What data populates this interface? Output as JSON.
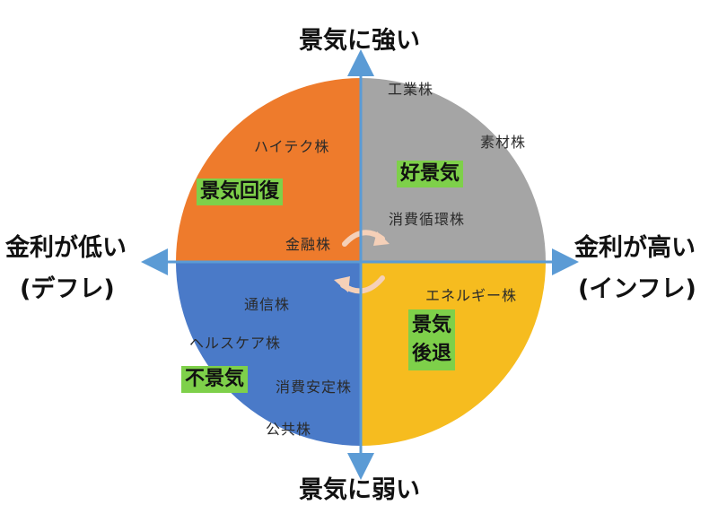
{
  "axes": {
    "top": "景気に強い",
    "bottom": "景気に弱い",
    "left_line1": "金利が低い",
    "left_line2": "(デフレ)",
    "right_line1": "金利が高い",
    "right_line2": "(インフレ)"
  },
  "phases": {
    "recovery": "景気回復",
    "boom": "好景気",
    "recession_line1": "景気",
    "recession_line2": "後退",
    "slump": "不景気"
  },
  "sectors": {
    "top_left": [
      "ハイテク株",
      "金融株"
    ],
    "top_right": [
      "工業株",
      "素材株",
      "消費循環株"
    ],
    "bottom_left": [
      "通信株",
      "ヘルスケア株",
      "消費安定株",
      "公共株"
    ],
    "bottom_right": [
      "エネルギー株"
    ]
  },
  "colors": {
    "top_left": "#ee7b2c",
    "top_right": "#a5a5a5",
    "bottom_left": "#4a7ac8",
    "bottom_right": "#f6bc1f",
    "axis": "#5b9bd5",
    "highlight": "#7ed04a"
  }
}
